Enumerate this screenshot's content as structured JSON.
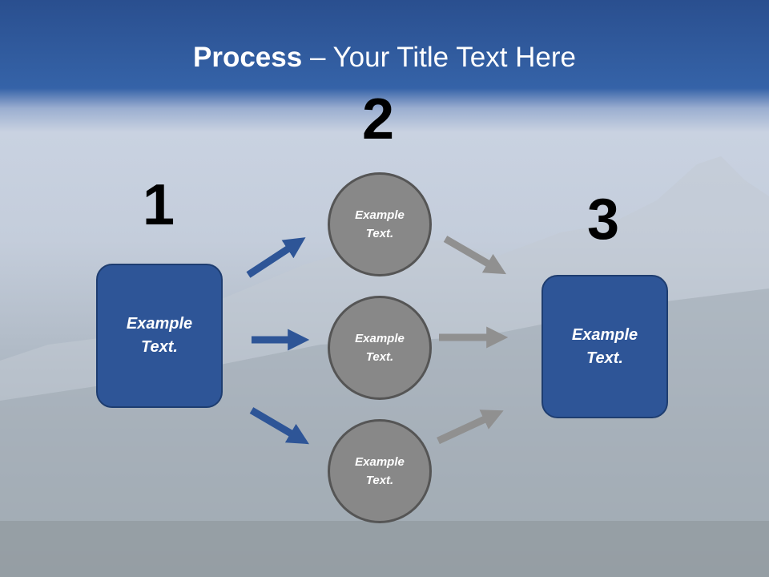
{
  "title": {
    "bold": "Process",
    "rest": " – Your Title Text Here"
  },
  "steps": {
    "n1": "1",
    "n2": "2",
    "n3": "3"
  },
  "left_box": {
    "line1": "Example",
    "line2": "Text."
  },
  "right_box": {
    "line1": "Example",
    "line2": "Text."
  },
  "circles": [
    {
      "line1": "Example",
      "line2": "Text."
    },
    {
      "line1": "Example",
      "line2": "Text."
    },
    {
      "line1": "Example",
      "line2": "Text."
    }
  ],
  "colors": {
    "box_fill": "#2e5597",
    "circle_fill": "#888888",
    "arrow_blue": "#2e5597",
    "arrow_gray": "#909090",
    "title_band": "#3563a8"
  }
}
